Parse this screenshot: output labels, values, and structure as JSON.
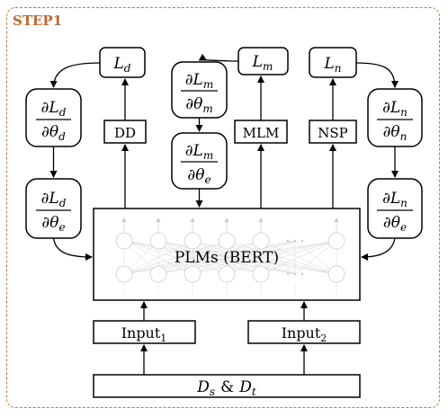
{
  "step_label": "STEP1",
  "model_label": "PLMs (BERT)",
  "inputs": {
    "input1": "Input",
    "input1_sub": "1",
    "input2": "Input",
    "input2_sub": "2"
  },
  "data_source": {
    "d": "D",
    "s": "s",
    "amp": "&",
    "t": "t"
  },
  "heads": {
    "dd": "DD",
    "mlm": "MLM",
    "nsp": "NSP"
  },
  "losses": {
    "ld": {
      "sym": "L",
      "sub": "d"
    },
    "lm": {
      "sym": "L",
      "sub": "m"
    },
    "ln": {
      "sym": "L",
      "sub": "n"
    }
  },
  "gradients": {
    "d_theta_d": {
      "num": "∂L",
      "num_sub": "d",
      "den": "∂θ",
      "den_sub": "d"
    },
    "d_theta_e": {
      "num": "∂L",
      "num_sub": "d",
      "den": "∂θ",
      "den_sub": "e"
    },
    "m_theta_m": {
      "num": "∂L",
      "num_sub": "m",
      "den": "∂θ",
      "den_sub": "m"
    },
    "m_theta_e": {
      "num": "∂L",
      "num_sub": "m",
      "den": "∂θ",
      "den_sub": "e"
    },
    "n_theta_n": {
      "num": "∂L",
      "num_sub": "n",
      "den": "∂θ",
      "den_sub": "n"
    },
    "n_theta_e": {
      "num": "∂L",
      "num_sub": "n",
      "den": "∂θ",
      "den_sub": "e"
    }
  },
  "colors": {
    "frame": "#c8783a",
    "step_label": "#c0672c",
    "network_ghost": "#c8c8c8"
  }
}
